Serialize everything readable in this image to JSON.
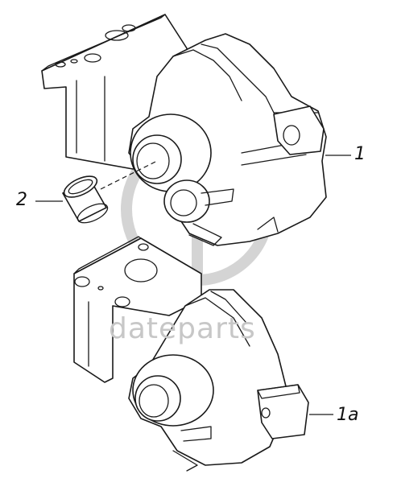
{
  "callouts": {
    "part_1": "1",
    "part_2": "2",
    "part_1a": "1a"
  },
  "watermark": {
    "text": "dateparts",
    "color": "#c7c7c7"
  },
  "colors": {
    "line": "#1a1a1a",
    "background": "#ffffff"
  }
}
